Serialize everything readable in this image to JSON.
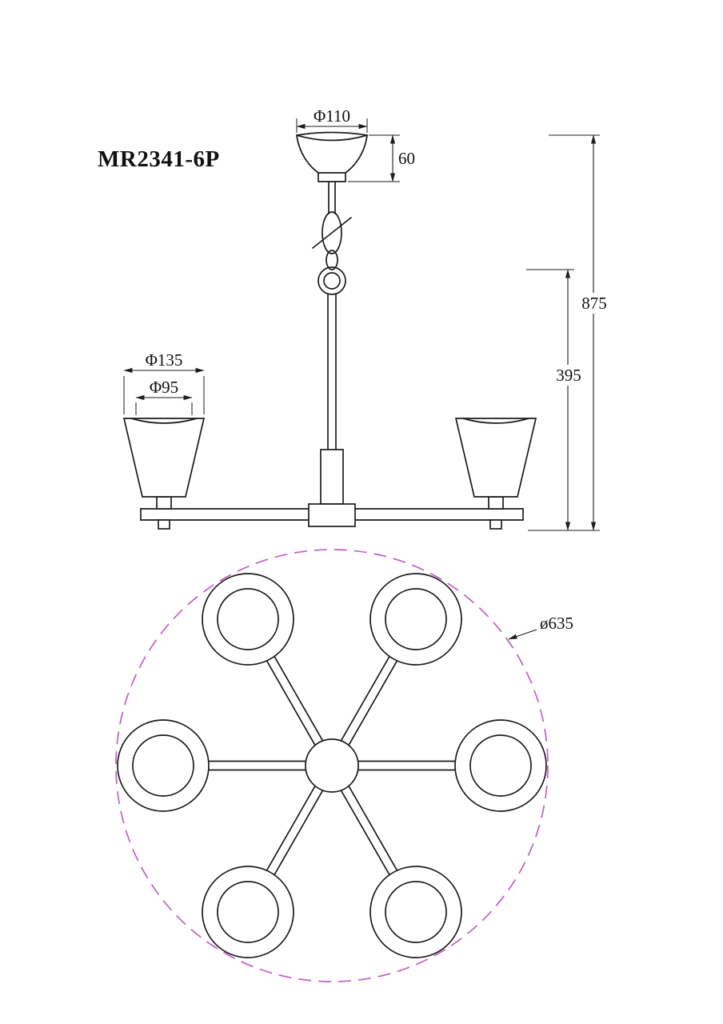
{
  "meta": {
    "background_color": "#ffffff",
    "drawing_line_color": "#1c1c1c",
    "accent_circle_color": "#c45ec4"
  },
  "title": {
    "model": "MR2341-6P"
  },
  "side_view": {
    "dims": {
      "canopy_diameter": "Φ110",
      "canopy_height": "60",
      "shade_outer_diameter": "Φ135",
      "shade_inner_diameter": "Φ95",
      "overall_height": "875",
      "rod_height": "395"
    }
  },
  "plan_view": {
    "shade_count": 6,
    "dims": {
      "overall_diameter": "ø635"
    }
  }
}
